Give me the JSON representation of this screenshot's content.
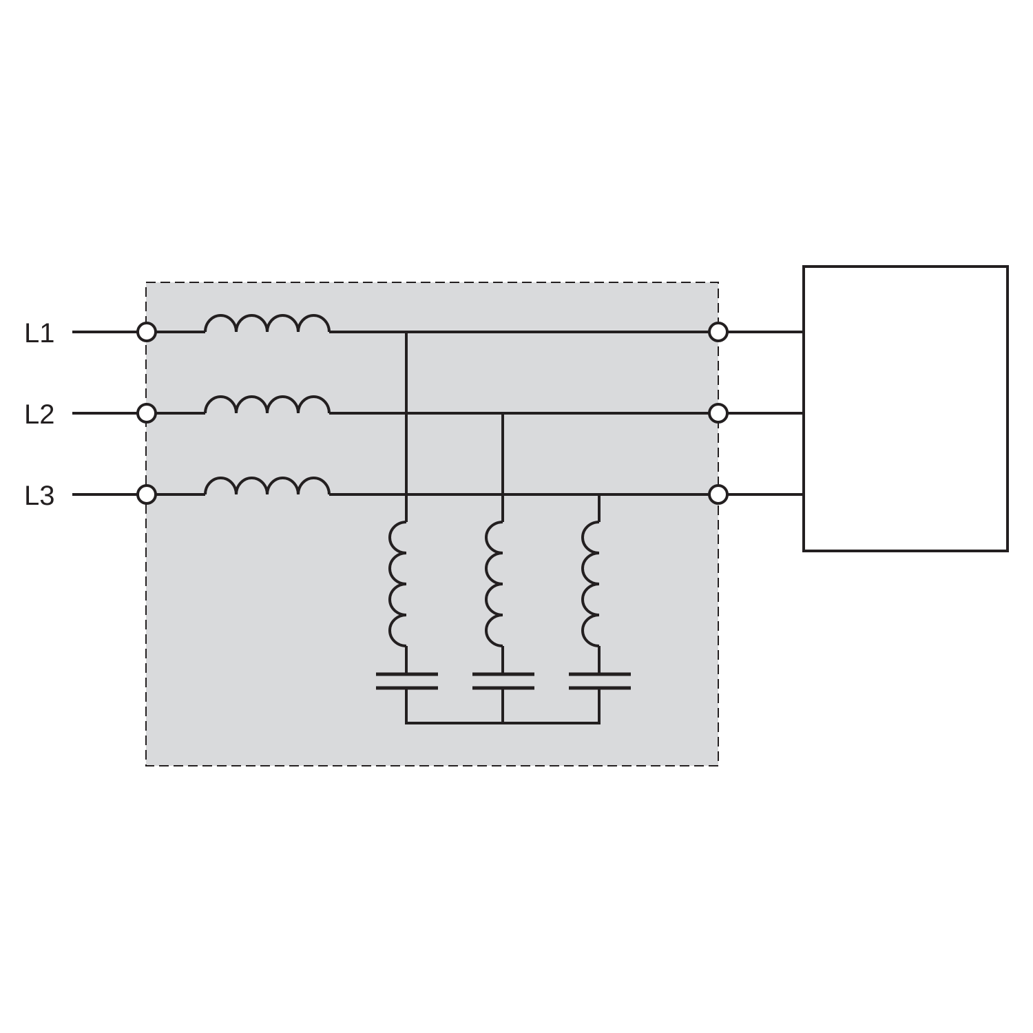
{
  "labels": {
    "l1": "L1",
    "l2": "L2",
    "l3": "L3"
  },
  "colors": {
    "stroke": "#231f20",
    "filter_fill": "#d9dadc",
    "background": "#ffffff"
  }
}
